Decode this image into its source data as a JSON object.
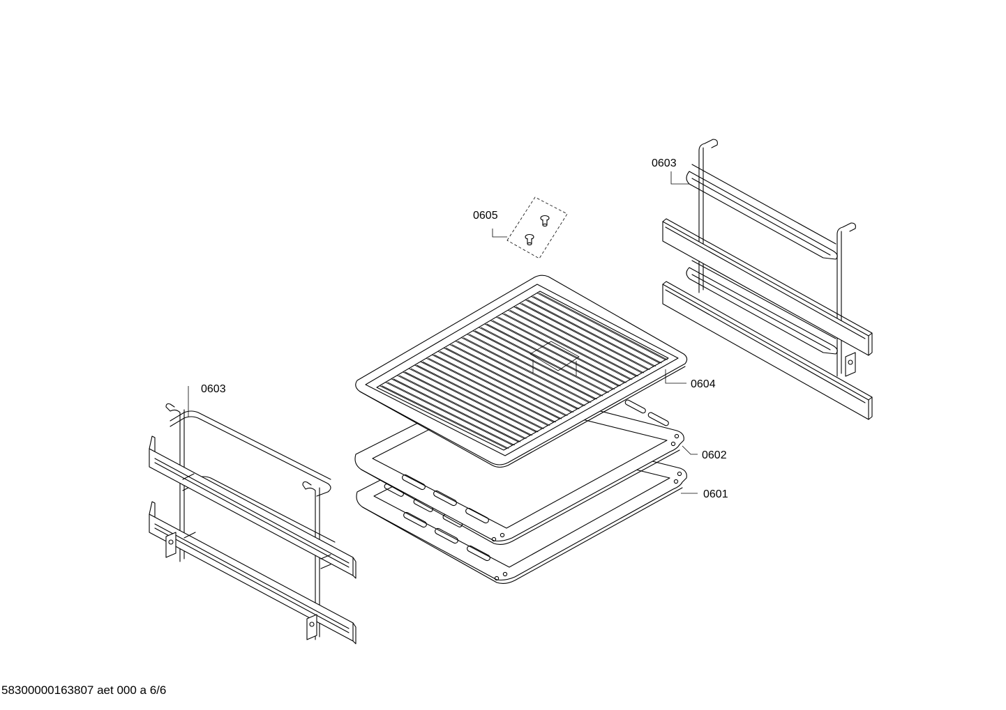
{
  "callouts": {
    "c0605": "0605",
    "c0603_right": "0603",
    "c0603_left": "0603",
    "c0604": "0604",
    "c0602": "0602",
    "c0601": "0601"
  },
  "footer": {
    "code": "58300000163807 aet 000 a 6/6"
  }
}
